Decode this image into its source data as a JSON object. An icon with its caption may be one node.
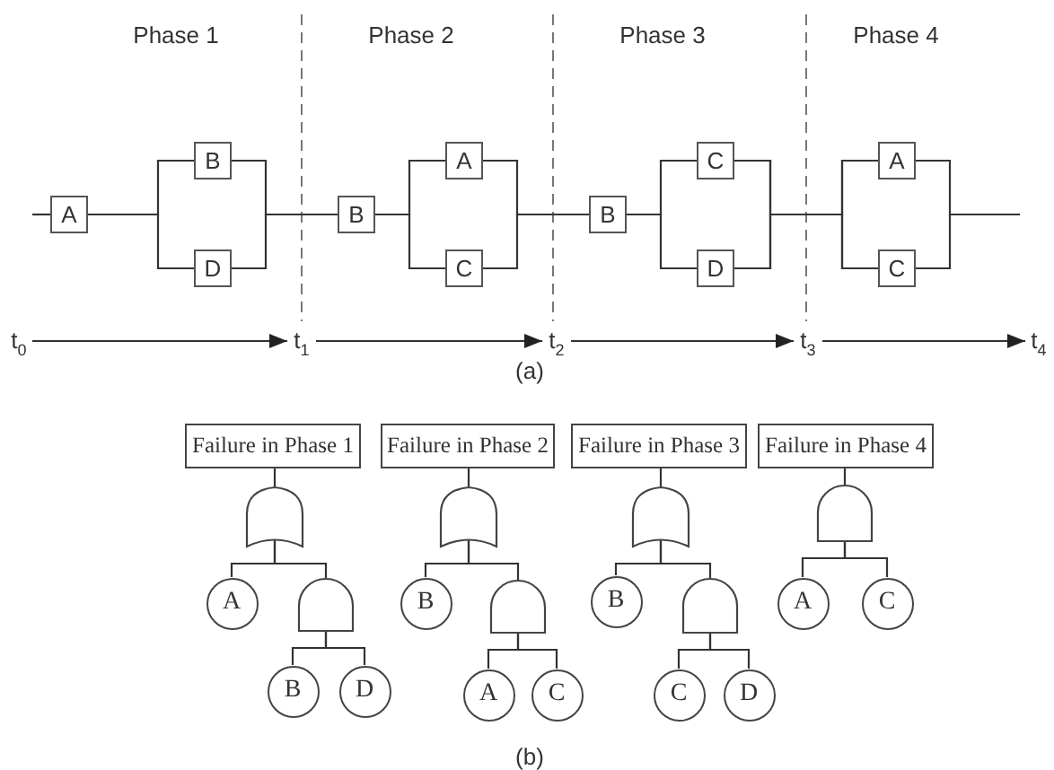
{
  "diagram": {
    "nodes": [
      {
        "text": [
          "A"
        ]
      },
      {
        "text": [
          "B"
        ]
      },
      {
        "text": [
          "D"
        ]
      },
      {
        "text": [
          "B"
        ]
      },
      {
        "text": [
          "A"
        ]
      },
      {
        "text": [
          "C"
        ]
      },
      {
        "text": [
          "B"
        ]
      },
      {
        "text": [
          "C"
        ]
      },
      {
        "text": [
          "D"
        ]
      },
      {
        "text": [
          "A"
        ]
      },
      {
        "text": [
          "C"
        ]
      },
      {
        "text": [
          "t$_{0}$"
        ]
      },
      {
        "text": [
          "t$_{1}$"
        ]
      },
      {
        "text": [
          "t$_{2}$"
        ]
      },
      {
        "text": [
          "t$_{3}$"
        ]
      },
      {
        "text": [
          "t$_{4}$"
        ]
      },
      {
        "text": [
          "Failure in Phase 1"
        ]
      },
      {
        "text": [],
        "shape": "or-gate"
      },
      {
        "text": [
          "A"
        ]
      },
      {
        "text": [],
        "shape": "and-gate"
      },
      {
        "text": [
          "B"
        ]
      },
      {
        "text": [
          "D"
        ]
      },
      {
        "text": [
          "Failure in Phase 2"
        ]
      },
      {
        "text": [],
        "shape": "or-gate"
      },
      {
        "text": [
          "B"
        ]
      },
      {
        "text": [],
        "shape": "and-gate"
      },
      {
        "text": [
          "A"
        ]
      },
      {
        "text": [
          "C"
        ]
      },
      {
        "text": [
          "Failure in Phase 3"
        ]
      },
      {
        "text": [],
        "shape": "or-gate"
      },
      {
        "text": [
          "B"
        ]
      },
      {
        "text": [],
        "shape": "and-gate"
      },
      {
        "text": [
          "C"
        ]
      },
      {
        "text": [
          "D"
        ]
      },
      {
        "text": [
          "Failure in Phase 4"
        ]
      },
      {
        "text": [],
        "shape": "and-gate"
      },
      {
        "text": [
          "A"
        ]
      },
      {
        "text": [
          "C"
        ]
      }
    ],
    "edges": [
      {
        "from": null,
        "to": 0,
        "arrow": "none"
      },
      {
        "from": 0,
        "to": 1,
        "arrow": "none"
      },
      {
        "from": 0,
        "to": 2,
        "arrow": "none"
      },
      {
        "from": 1,
        "to": 3,
        "arrow": "none"
      },
      {
        "from": 2,
        "to": 3,
        "arrow": "none"
      },
      {
        "from": 3,
        "to": 4,
        "arrow": "none"
      },
      {
        "from": 3,
        "to": 5,
        "arrow": "none"
      },
      {
        "from": 4,
        "to": 6,
        "arrow": "none"
      },
      {
        "from": 5,
        "to": 6,
        "arrow": "none"
      },
      {
        "from": 6,
        "to": 7,
        "arrow": "none"
      },
      {
        "from": 6,
        "to": 8,
        "arrow": "none"
      },
      {
        "from": 7,
        "to": 9,
        "arrow": "none"
      },
      {
        "from": 7,
        "to": 10,
        "arrow": "none"
      },
      {
        "from": 8,
        "to": 9,
        "arrow": "none"
      },
      {
        "from": 8,
        "to": 10,
        "arrow": "none"
      },
      {
        "from": 9,
        "to": null,
        "arrow": "none"
      },
      {
        "from": 10,
        "to": null,
        "arrow": "none"
      },
      {
        "from": 11,
        "to": 12,
        "arrow": "to"
      },
      {
        "from": 12,
        "to": 13,
        "arrow": "to"
      },
      {
        "from": 13,
        "to": 14,
        "arrow": "to"
      },
      {
        "from": 14,
        "to": 15,
        "arrow": "to"
      },
      {
        "from": 16,
        "to": 17,
        "arrow": "none"
      },
      {
        "from": 17,
        "to": 18,
        "arrow": "none"
      },
      {
        "from": 17,
        "to": 19,
        "arrow": "none"
      },
      {
        "from": 19,
        "to": 20,
        "arrow": "none"
      },
      {
        "from": 19,
        "to": 21,
        "arrow": "none"
      },
      {
        "from": 22,
        "to": 23,
        "arrow": "none"
      },
      {
        "from": 23,
        "to": 24,
        "arrow": "none"
      },
      {
        "from": 23,
        "to": 25,
        "arrow": "none"
      },
      {
        "from": 25,
        "to": 26,
        "arrow": "none"
      },
      {
        "from": 25,
        "to": 27,
        "arrow": "none"
      },
      {
        "from": 28,
        "to": 29,
        "arrow": "none"
      },
      {
        "from": 29,
        "to": 30,
        "arrow": "none"
      },
      {
        "from": 29,
        "to": 31,
        "arrow": "none"
      },
      {
        "from": 31,
        "to": 32,
        "arrow": "none"
      },
      {
        "from": 31,
        "to": 33,
        "arrow": "none"
      },
      {
        "from": 34,
        "to": 35,
        "arrow": "none"
      },
      {
        "from": 35,
        "to": 36,
        "arrow": "none"
      },
      {
        "from": 35,
        "to": 37,
        "arrow": "none"
      }
    ],
    "labels": [
      "Phase 1",
      "Phase 2",
      "Phase 3",
      "Phase 4",
      "(a)",
      "(b)"
    ]
  }
}
